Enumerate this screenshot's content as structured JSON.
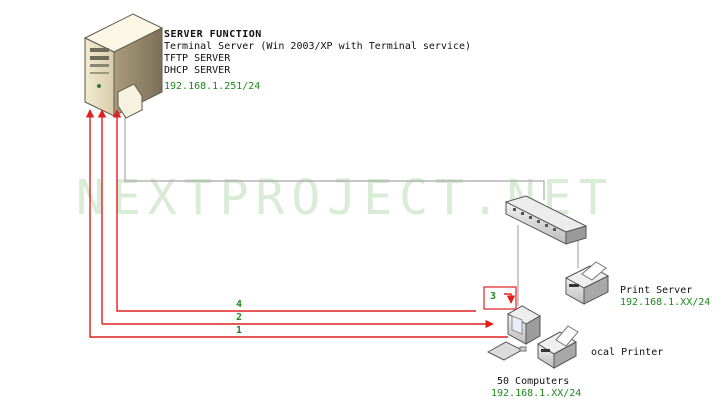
{
  "watermark": "NEXTPROJECT.NET",
  "server": {
    "title": "SERVER FUNCTION",
    "functions": [
      "Terminal Server (Win 2003/XP with Terminal service)",
      "TFTP SERVER",
      "DHCP SERVER"
    ],
    "ip": "192.168.1.251/24"
  },
  "print_server": {
    "label": "Print Server",
    "ip": "192.168.1.XX/24"
  },
  "local_printer": {
    "label": "ocal Printer"
  },
  "computers": {
    "label": "50 Computers",
    "ip": "192.168.1.XX/24"
  },
  "steps": [
    "1",
    "2",
    "3",
    "4"
  ],
  "colors": {
    "flow": "#e02020",
    "link": "#a8a8a8",
    "ip_text": "#1d8a1d",
    "watermark": "#d9ecd6"
  }
}
